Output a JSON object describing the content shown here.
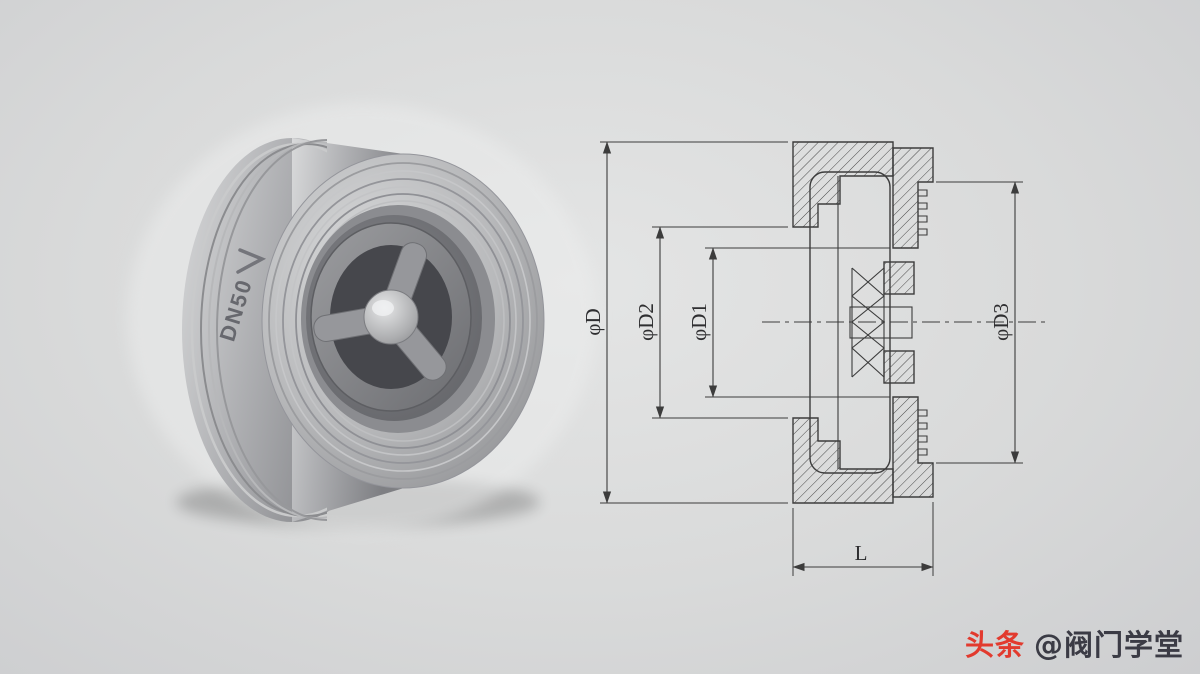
{
  "background_color": "#d8d9d9",
  "valve_photo": {
    "product_label": "DN50",
    "body_color": "#aeafb2",
    "disc_opening_color": "#46474c"
  },
  "drawing": {
    "line_color": "#3c3c3c",
    "dim_d": "φD",
    "dim_d2": "φD2",
    "dim_d1": "φD1",
    "dim_d3": "φD3",
    "dim_l": "L"
  },
  "watermark": {
    "brand": "头条",
    "handle": "@阀门学堂",
    "brand_color": "#e23a2e",
    "handle_color": "#3b3b45"
  }
}
